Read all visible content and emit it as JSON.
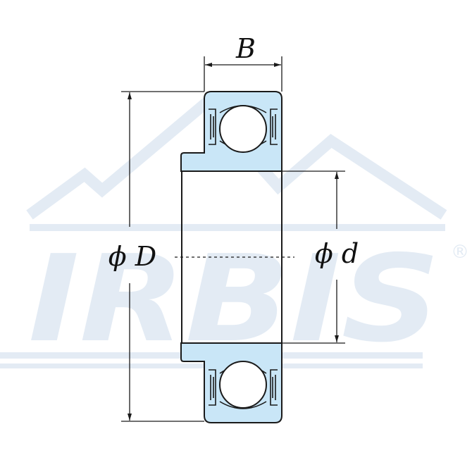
{
  "diagram": {
    "labels": {
      "width": "B",
      "outer_diameter": "ϕ D",
      "inner_diameter": "ϕ d"
    }
  },
  "watermark": {
    "brand": "IRBIS",
    "registered_mark": "®"
  },
  "colors": {
    "ring_fill": "#c9e6f7",
    "outline": "#1a1a1a",
    "watermark": "#e3ebf4",
    "background": "#ffffff"
  }
}
